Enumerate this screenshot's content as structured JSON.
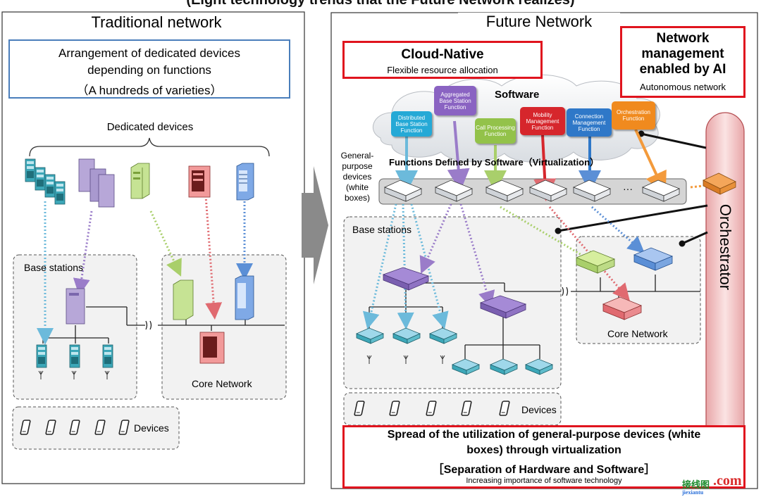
{
  "header": {
    "partial_title": "(Eight technology trends that the Future Network realizes)"
  },
  "left": {
    "title": "Traditional network",
    "box_lines": [
      "Arrangement of dedicated devices",
      "depending on functions",
      "（A hundreds of varieties）"
    ],
    "dedicated_label": "Dedicated devices",
    "base_label": "Base stations",
    "core_label": "Core Network",
    "devices_label": "Devices"
  },
  "right": {
    "title": "Future Network",
    "cloud_native": {
      "title": "Cloud-Native",
      "sub": "Flexible resource allocation"
    },
    "ai_box": {
      "line1": "Network",
      "line2": "management",
      "line3": "enabled by AI",
      "sub": "Autonomous network"
    },
    "software_label": "Software",
    "functions": [
      {
        "label": "Distributed Base Station Function",
        "color": "#25a9d6"
      },
      {
        "label": "Aggregated Base Station Function",
        "color": "#8a63c2"
      },
      {
        "label": "Call Processing Function",
        "color": "#93c24a"
      },
      {
        "label": "Mobility Management Function",
        "color": "#d6262c"
      },
      {
        "label": "Connection Management Function",
        "color": "#2f78c8"
      },
      {
        "label": "Orchestration Function",
        "color": "#f08a1e"
      }
    ],
    "defined_label": "Functions Defined by Software（Virtualization）",
    "gp_label": [
      "General-",
      "purpose",
      "devices",
      "(white",
      "boxes)"
    ],
    "ellipsis": "···",
    "base_label": "Base stations",
    "core_label": "Core Network",
    "devices_label": "Devices",
    "orchestrator": "Orchestrator",
    "bottom_box": {
      "line1": "Spread of the utilization of general-purpose devices (white",
      "line2": "boxes) through virtualization",
      "line3": "［Separation of Hardware and Software］",
      "sub": "Increasing importance of software technology"
    }
  },
  "watermark": {
    "cn": "接线图",
    "com": ".com",
    "small": "jiexiantu"
  }
}
